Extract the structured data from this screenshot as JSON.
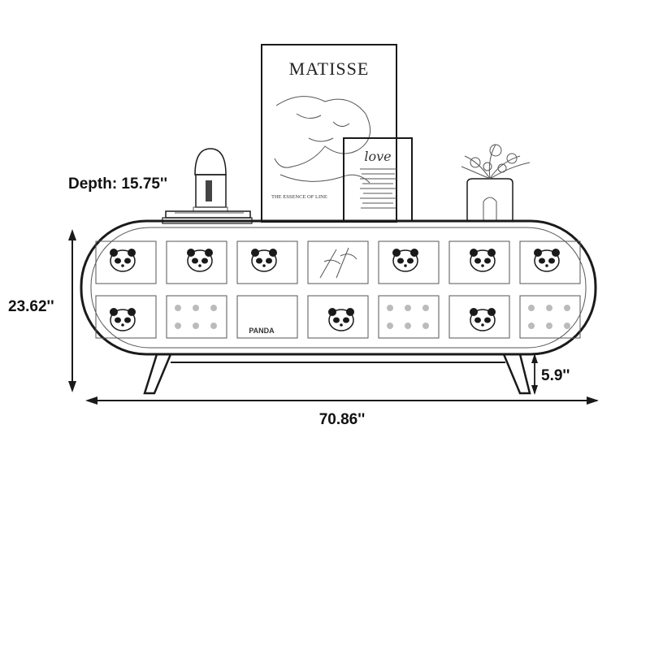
{
  "dimensions": {
    "depth": "Depth: 15.75''",
    "height": "23.62''",
    "width": "70.86''",
    "leg_height": "5.9''"
  },
  "decor": {
    "poster_title": "MATISSE",
    "poster_subtitle": "THE ESSENCE OF LINE",
    "card_title": "love",
    "drawer_logo": "PANDA"
  },
  "colors": {
    "line": "#1a1a1a",
    "background": "#ffffff"
  }
}
